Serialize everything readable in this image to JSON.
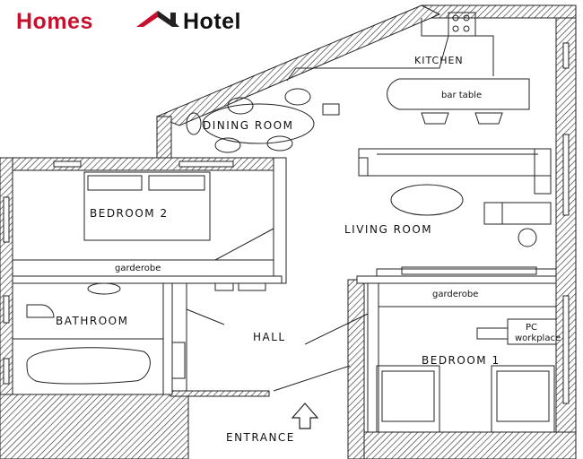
{
  "logo": {
    "word1": "Homes",
    "word2": "Hotel",
    "color1": "#c8102e",
    "color2": "#111111"
  },
  "rooms": {
    "kitchen": "KITCHEN",
    "bar_table": "bar table",
    "dining_room": "DINING ROOM",
    "living_room": "LIVING ROOM",
    "bedroom2": "BEDROOM 2",
    "garderobe_left": "garderobe",
    "bathroom": "BATHROOM",
    "hall": "HALL",
    "garderobe_right": "garderobe",
    "pc_line1": "PC",
    "pc_line2": "workplace",
    "bedroom1": "BEDROOM 1",
    "entrance": "ENTRANCE"
  }
}
